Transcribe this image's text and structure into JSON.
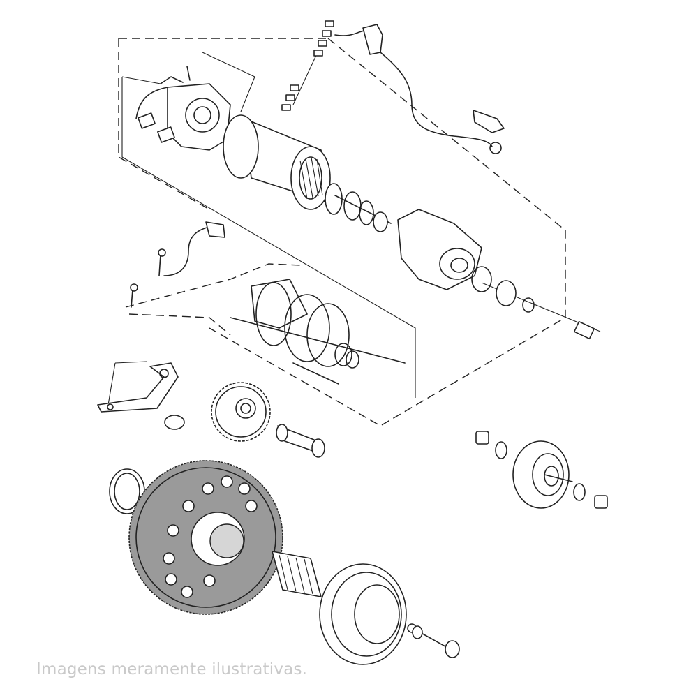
{
  "caption": "Imagens meramente ilustrativas.",
  "colors": {
    "line": "#222222",
    "highlight_part": "#9a9a9a",
    "caption": "#c9c9c9",
    "background": "#ffffff"
  },
  "parts": [
    "starter-motor-brush-holder",
    "starter-motor-yoke",
    "starter-motor-armature",
    "starter-motor-end-cover",
    "starter-motor-cable",
    "starter-terminal-nuts",
    "ground-lead",
    "starter-springs-and-collar",
    "mounting-bracket",
    "idle-gear",
    "idle-gear-shaft",
    "starter-driven-gear",
    "o-ring",
    "needle-bearing",
    "one-way-clutch",
    "clutch-housing-bolt",
    "reduction-gear-assembly"
  ]
}
